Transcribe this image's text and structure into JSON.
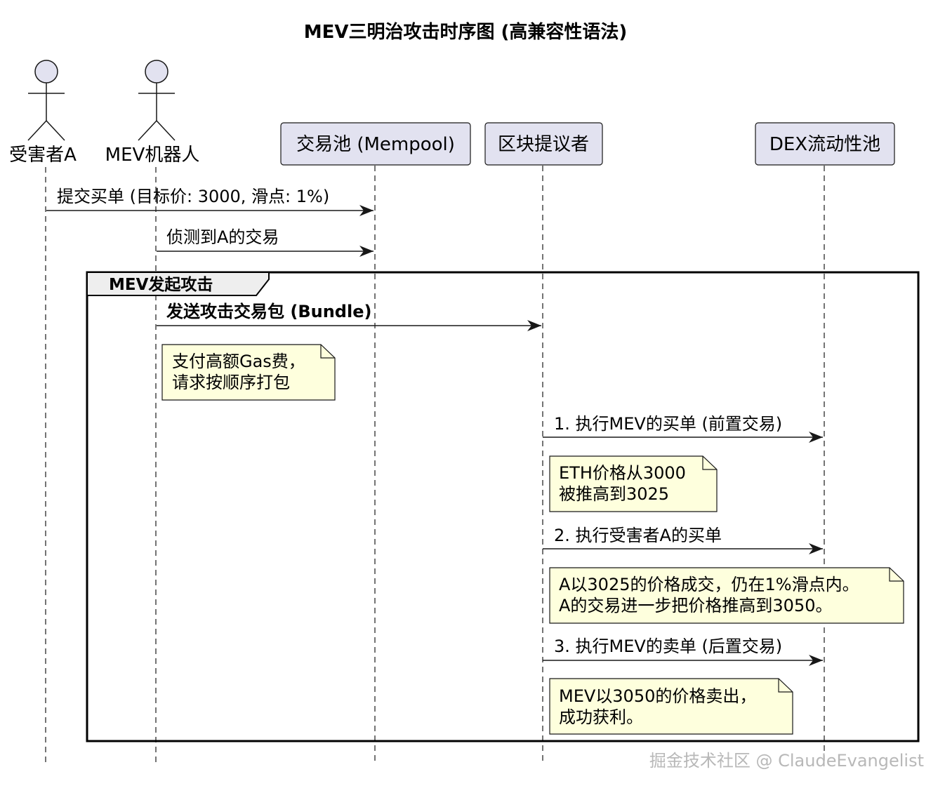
{
  "title": "MEV三明治攻击时序图 (高兼容性语法)",
  "participants": {
    "victim": "受害者A",
    "bot": "MEV机器人",
    "mempool": "交易池 (Mempool)",
    "proposer": "区块提议者",
    "dex": "DEX流动性池"
  },
  "messages": {
    "m1": "提交买单 (目标价: 3000, 滑点: 1%)",
    "m2": "侦测到A的交易",
    "m3": "发送攻击交易包 (Bundle)",
    "m4": "1. 执行MEV的买单 (前置交易)",
    "m5": "2. 执行受害者A的买单",
    "m6": "3. 执行MEV的卖单 (后置交易)"
  },
  "frame": {
    "label": "MEV发起攻击"
  },
  "notes": {
    "n1": [
      "支付高额Gas费，",
      "请求按顺序打包"
    ],
    "n2": [
      "ETH价格从3000",
      "被推高到3025"
    ],
    "n3": [
      "A以3025的价格成交，仍在1%滑点内。",
      "A的交易进一步把价格推高到3050。"
    ],
    "n4": [
      "MEV以3050的价格卖出，",
      "成功获利。"
    ]
  },
  "watermark": "掘金技术社区 @ ClaudeEvangelist",
  "colors": {
    "actor_fill": "#E2E2F0",
    "participant_fill": "#E2E2F0",
    "participant_border": "#181818",
    "note_fill": "#FEFFDD",
    "note_border": "#181818",
    "frame_label_fill": "#EEEEEE",
    "line": "#181818"
  }
}
